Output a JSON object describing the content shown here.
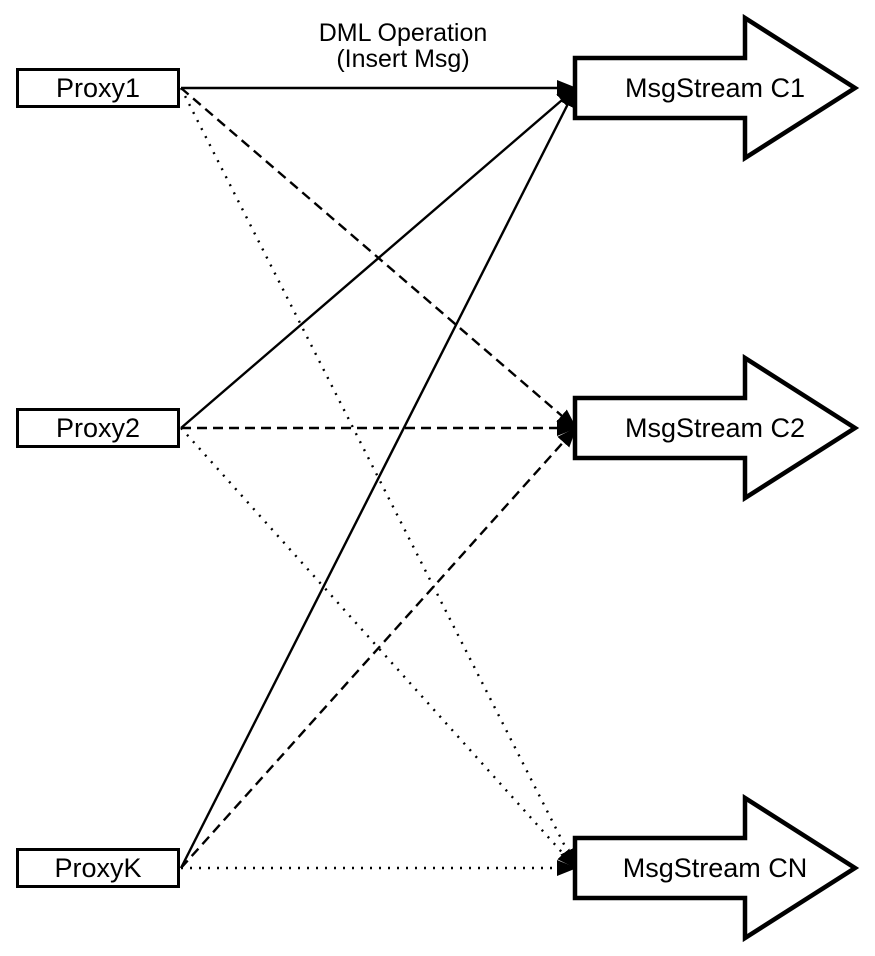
{
  "diagram": {
    "title": {
      "line1": "DML Operation",
      "line2": "(Insert Msg)"
    },
    "proxies": [
      {
        "id": "proxy1",
        "label": "Proxy1"
      },
      {
        "id": "proxy2",
        "label": "Proxy2"
      },
      {
        "id": "proxyk",
        "label": "ProxyK"
      }
    ],
    "streams": [
      {
        "id": "c1",
        "label": "MsgStream C1",
        "incoming_edge_style": "solid"
      },
      {
        "id": "c2",
        "label": "MsgStream C2",
        "incoming_edge_style": "dashed"
      },
      {
        "id": "cn",
        "label": "MsgStream CN",
        "incoming_edge_style": "dotted"
      }
    ],
    "edges": [
      {
        "from": "proxy1",
        "to": "c1",
        "style": "solid"
      },
      {
        "from": "proxy1",
        "to": "c2",
        "style": "dashed"
      },
      {
        "from": "proxy1",
        "to": "cn",
        "style": "dotted"
      },
      {
        "from": "proxy2",
        "to": "c1",
        "style": "solid"
      },
      {
        "from": "proxy2",
        "to": "c2",
        "style": "dashed"
      },
      {
        "from": "proxy2",
        "to": "cn",
        "style": "dotted"
      },
      {
        "from": "proxyk",
        "to": "c1",
        "style": "solid"
      },
      {
        "from": "proxyk",
        "to": "c2",
        "style": "dashed"
      },
      {
        "from": "proxyk",
        "to": "cn",
        "style": "dotted"
      }
    ],
    "colors": {
      "ink": "#000000",
      "background": "#ffffff"
    }
  }
}
